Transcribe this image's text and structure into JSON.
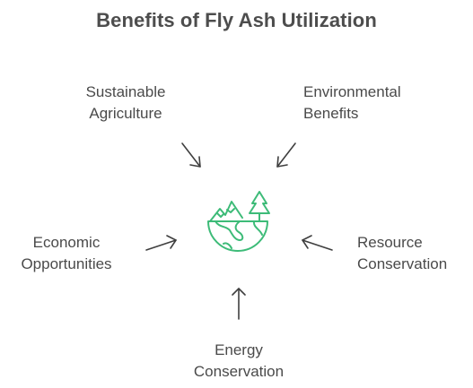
{
  "title": "Benefits of Fly Ash Utilization",
  "center_icon": "earth-nature-icon",
  "accent_color": "#3dbb78",
  "arrow_color": "#3f3f3f",
  "items": [
    {
      "id": "sustainable",
      "lines": [
        "Sustainable",
        "Agriculture"
      ]
    },
    {
      "id": "environmental",
      "lines": [
        "Environmental",
        "Benefits"
      ]
    },
    {
      "id": "economic",
      "lines": [
        "Economic",
        "Opportunities"
      ]
    },
    {
      "id": "resource",
      "lines": [
        "Resource",
        "Conservation"
      ]
    },
    {
      "id": "energy",
      "lines": [
        "Energy",
        "Conservation"
      ]
    }
  ]
}
